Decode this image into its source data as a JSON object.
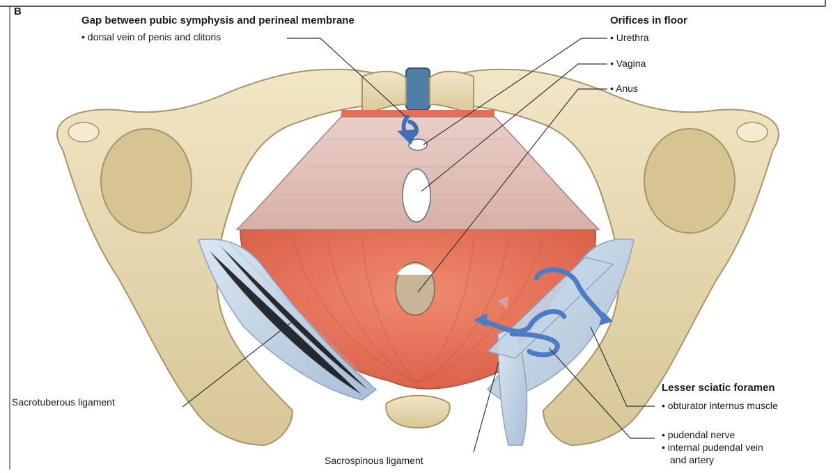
{
  "figure_label": "B",
  "labels": {
    "gap_heading": "Gap between pubic symphysis and perineal membrane",
    "gap_item": "• dorsal vein of penis and clitoris",
    "orifices_heading": "Orifices in floor",
    "urethra": "• Urethra",
    "vagina": "• Vagina",
    "anus": "• Anus",
    "sacrotuberous": "Sacrotuberous ligament",
    "sacrospinous": "Sacrospinous ligament",
    "lesser_heading": "Lesser sciatic foramen",
    "obturator": "• obturator internus muscle",
    "pudendal_nerve": "• pudendal nerve",
    "pudendal_vessels_1": "• internal pudendal vein",
    "pudendal_vessels_2": "and artery"
  },
  "colors": {
    "bone": "#e9dcb6",
    "bone_shadow": "#c9b98a",
    "ligament": "#c9d9ea",
    "membrane": "#e2c2bc",
    "muscle": "#e6745c",
    "arrow": "#4d7cc4",
    "leader": "#333333"
  }
}
